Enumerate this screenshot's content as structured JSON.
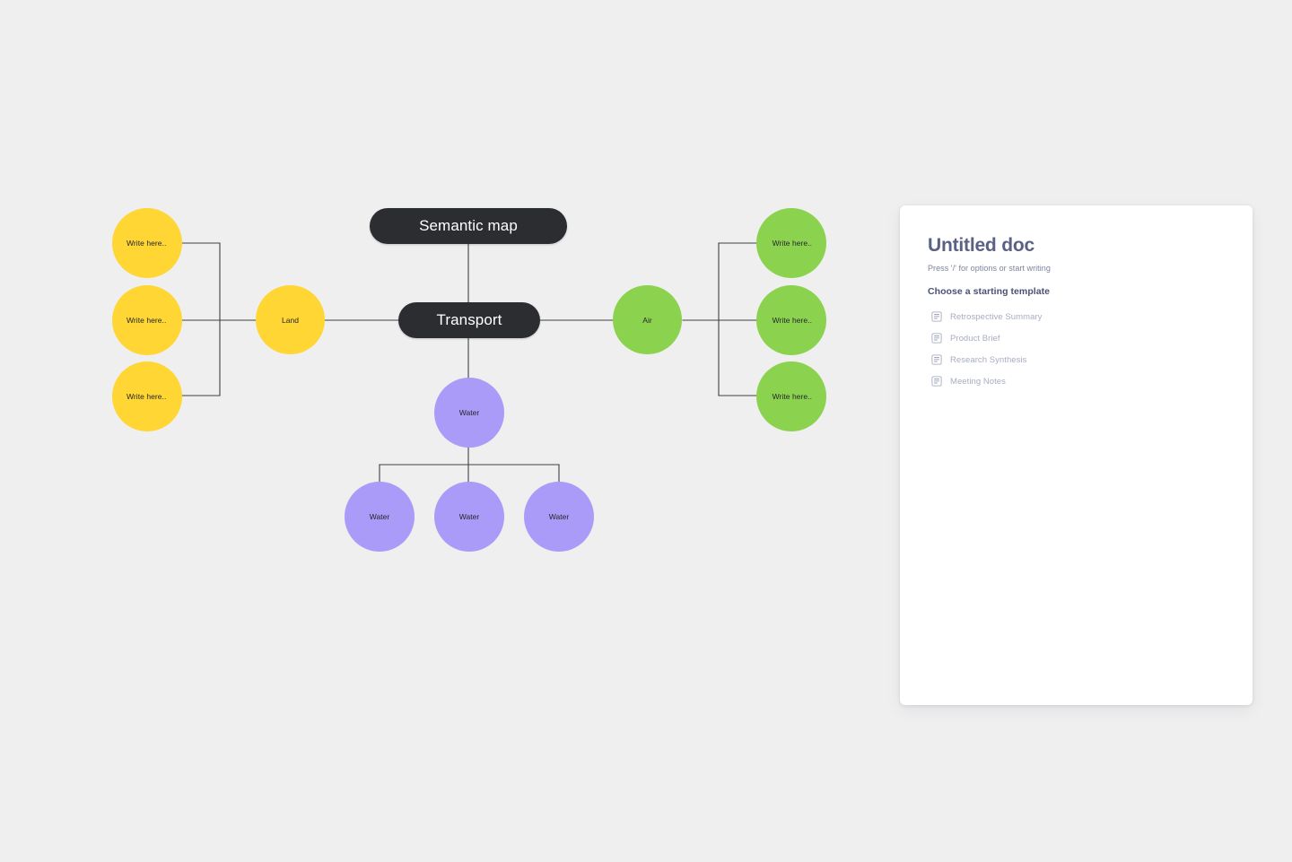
{
  "canvas": {
    "background": "#efefef",
    "edge_color": "#3f4145"
  },
  "palette": {
    "dark": "#2b2d31",
    "yellow": "#ffd633",
    "green": "#8bd24e",
    "purple": "#a99bf7",
    "doc_title": "#5b6184",
    "doc_muted": "#a8adc2"
  },
  "map": {
    "root": {
      "label": "Semantic map"
    },
    "center": {
      "label": "Transport"
    },
    "branches": [
      {
        "name": "land",
        "color": "#ffd633",
        "hub": {
          "label": "Land"
        },
        "children": [
          {
            "label": "Write here.."
          },
          {
            "label": "Write here.."
          },
          {
            "label": "Write here.."
          }
        ]
      },
      {
        "name": "air",
        "color": "#8bd24e",
        "hub": {
          "label": "Air"
        },
        "children": [
          {
            "label": "Write here.."
          },
          {
            "label": "Write here.."
          },
          {
            "label": "Write here.."
          }
        ]
      },
      {
        "name": "water",
        "color": "#a99bf7",
        "hub": {
          "label": "Water"
        },
        "children": [
          {
            "label": "Water"
          },
          {
            "label": "Water"
          },
          {
            "label": "Water"
          }
        ]
      }
    ]
  },
  "doc": {
    "title": "Untitled doc",
    "hint": "Press '/' for options or start writing",
    "templates_heading": "Choose a starting template",
    "templates": [
      {
        "label": "Retrospective Summary",
        "icon": "document-icon"
      },
      {
        "label": "Product Brief",
        "icon": "document-icon"
      },
      {
        "label": "Research Synthesis",
        "icon": "document-icon"
      },
      {
        "label": "Meeting Notes",
        "icon": "document-icon"
      }
    ]
  }
}
